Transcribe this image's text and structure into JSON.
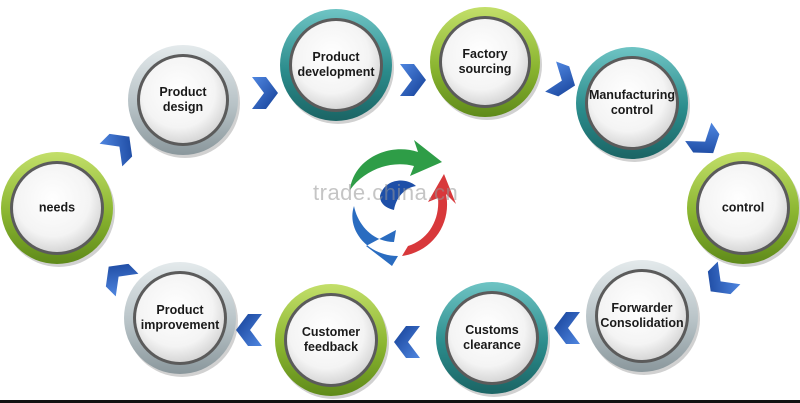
{
  "watermark": "trade.china.cn",
  "colors": {
    "ring_green": "#8ab530",
    "ring_teal": "#2b8c8c",
    "ring_grey": "#b7c2c6",
    "arrow_blue": "#1f55b8",
    "logo_green": "#2e9d47",
    "logo_blue": "#2a6cc0",
    "logo_red": "#d8383b"
  },
  "nodes": [
    {
      "id": "customer-needs",
      "label": "needs",
      "ring": "green"
    },
    {
      "id": "product-design",
      "label": "Product\ndesign",
      "ring": "grey"
    },
    {
      "id": "product-development",
      "label": "Product\ndevelopment",
      "ring": "teal"
    },
    {
      "id": "factory-sourcing",
      "label": "Factory\nsourcing",
      "ring": "green"
    },
    {
      "id": "manufacturing-control",
      "label": "Manufacturing\ncontrol",
      "ring": "teal"
    },
    {
      "id": "quality-control",
      "label": "control",
      "ring": "green"
    },
    {
      "id": "forwarder-consolidation",
      "label": "Forwarder\nConsolidation",
      "ring": "grey"
    },
    {
      "id": "customs-clearance",
      "label": "Customs\nclearance",
      "ring": "teal"
    },
    {
      "id": "customer-feedback",
      "label": "Customer\nfeedback",
      "ring": "green"
    },
    {
      "id": "product-improvement",
      "label": "Product\nimprovement",
      "ring": "grey"
    }
  ],
  "arrows": [
    {
      "id": "arrow-needs-to-design"
    },
    {
      "id": "arrow-design-to-development"
    },
    {
      "id": "arrow-development-to-sourcing"
    },
    {
      "id": "arrow-sourcing-to-manufacturing"
    },
    {
      "id": "arrow-manufacturing-to-quality"
    },
    {
      "id": "arrow-quality-to-forwarder"
    },
    {
      "id": "arrow-forwarder-to-customs"
    },
    {
      "id": "arrow-customs-to-feedback"
    },
    {
      "id": "arrow-feedback-to-improvement"
    },
    {
      "id": "arrow-improvement-to-needs"
    }
  ]
}
